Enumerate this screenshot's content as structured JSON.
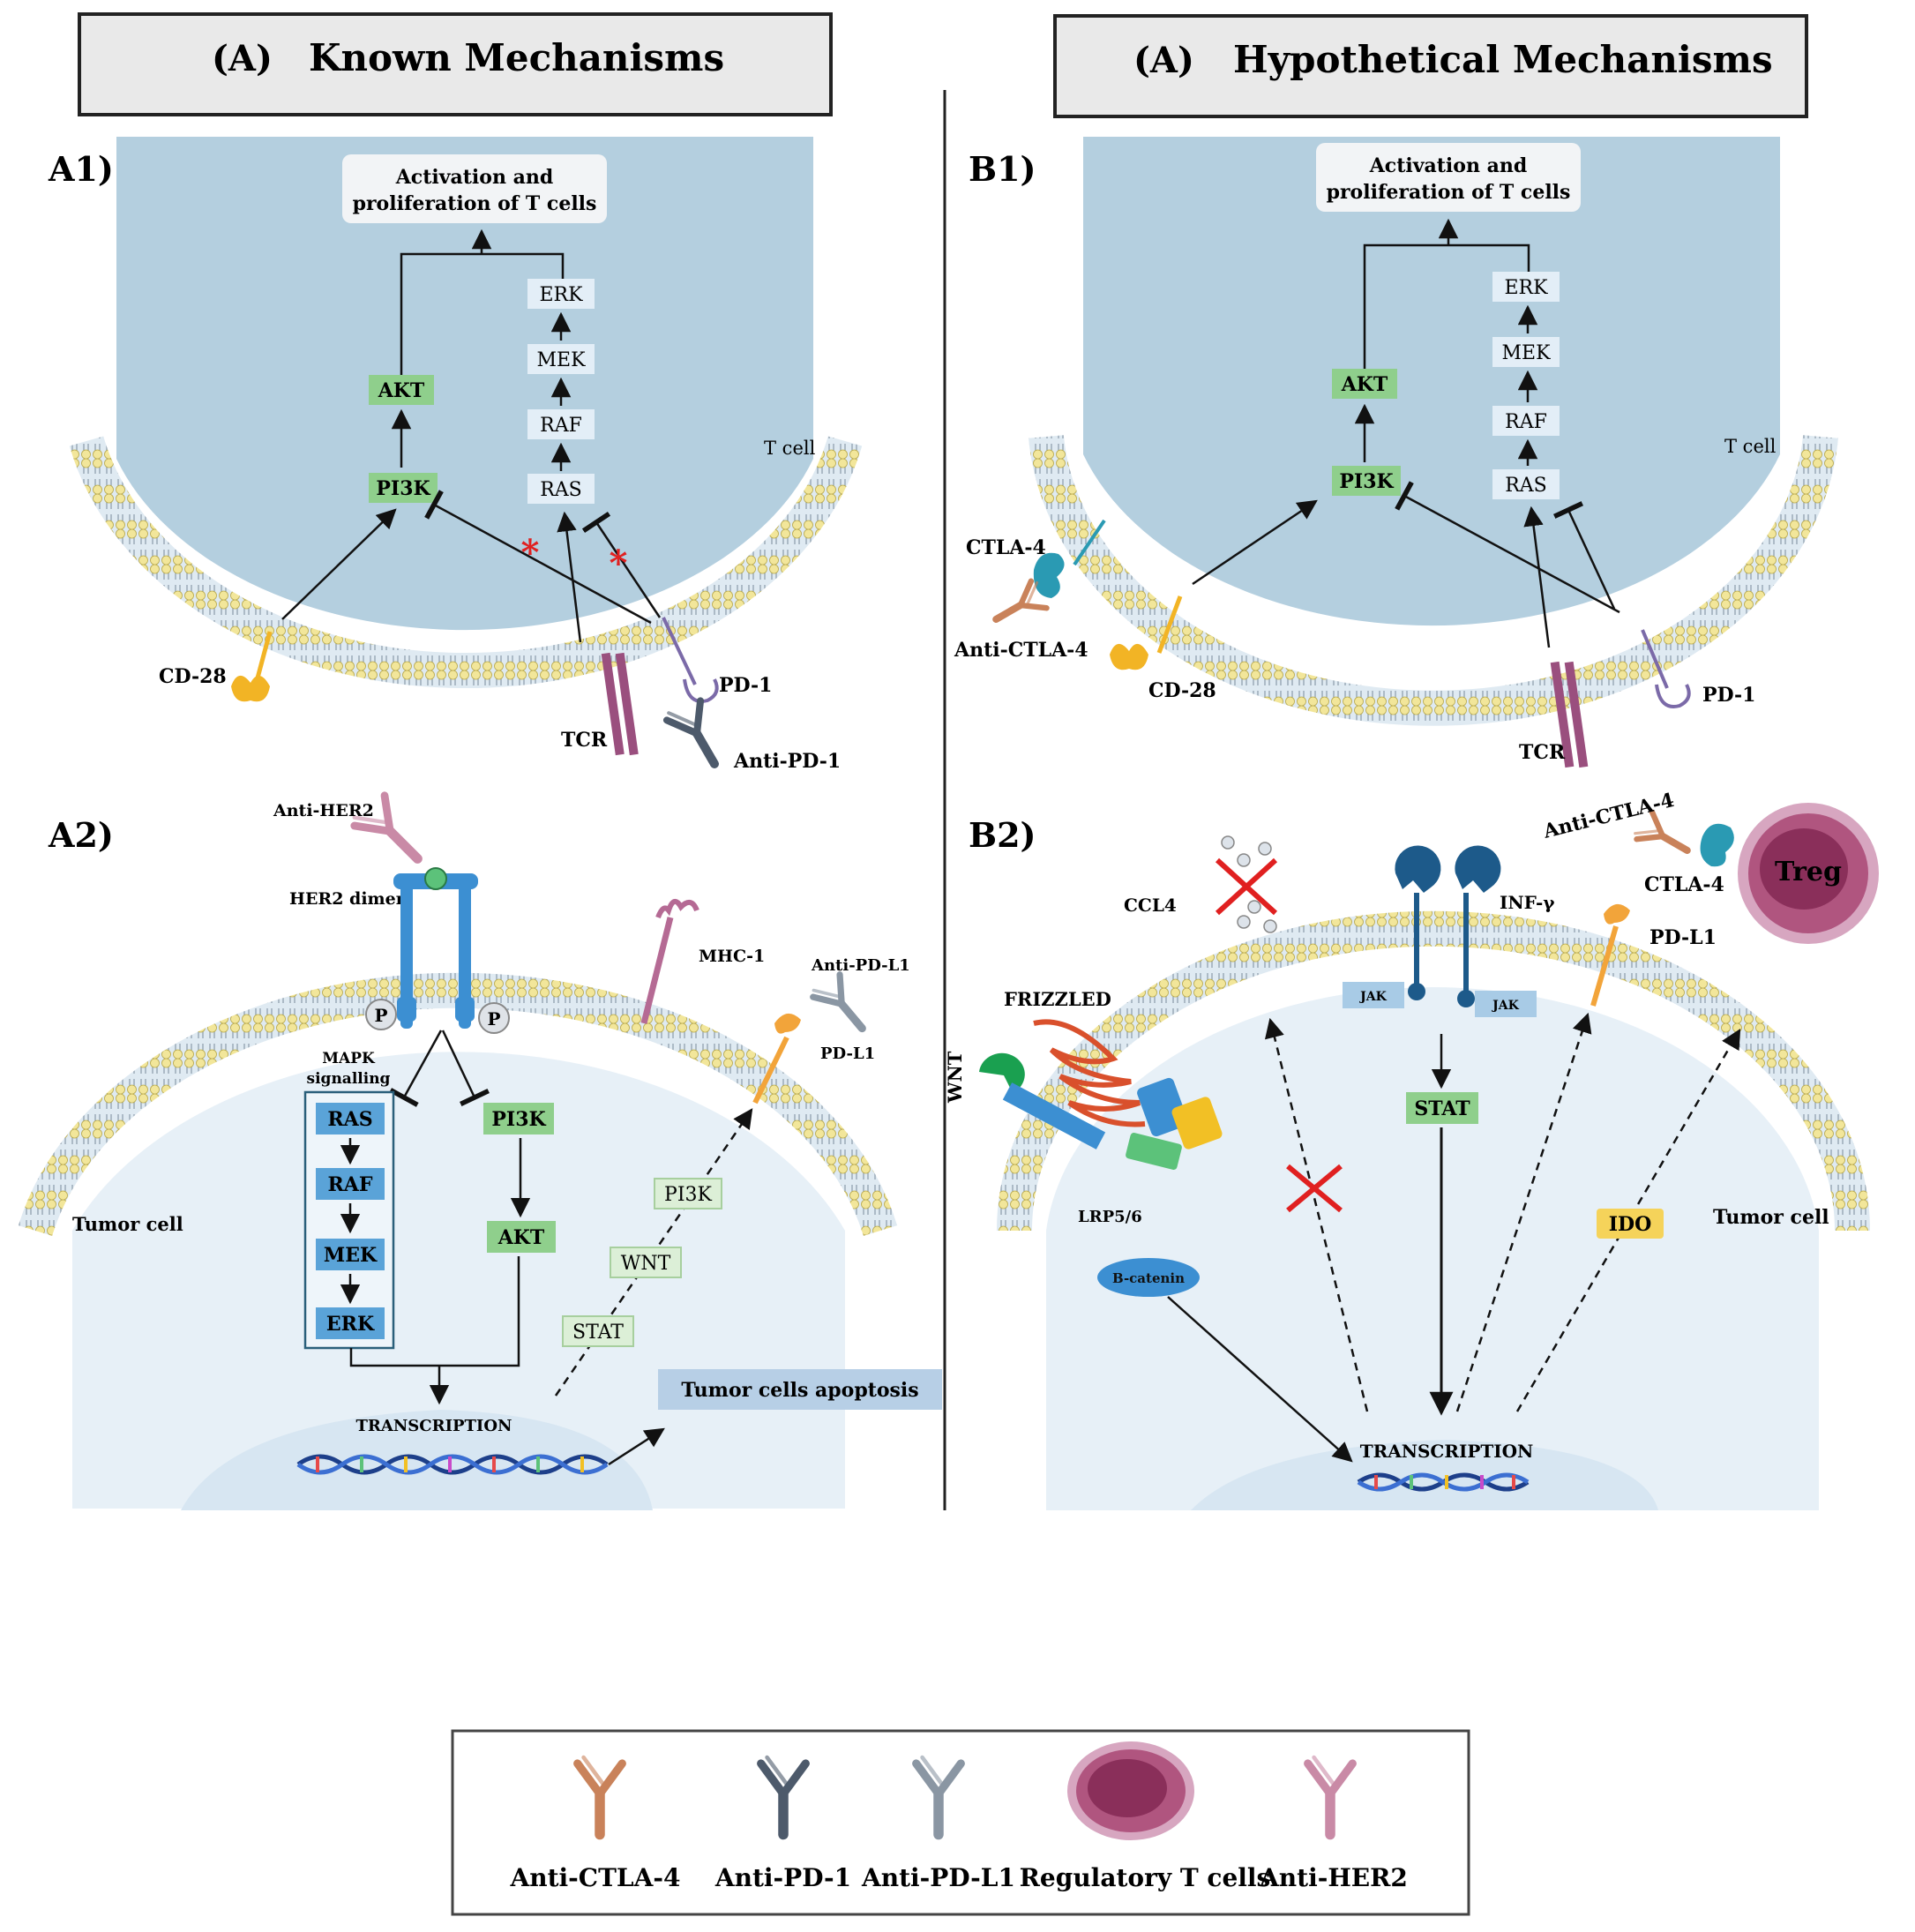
{
  "headers": {
    "left": {
      "prefix": "(A)",
      "title": "Known Mechanisms"
    },
    "right": {
      "prefix": "(A)",
      "title": "Hypothetical Mechanisms"
    }
  },
  "panel_a1": {
    "label": "A1)",
    "activation_line1": "Activation and",
    "activation_line2": "proliferation of T cells",
    "erk": "ERK",
    "mek": "MEK",
    "raf": "RAF",
    "ras": "RAS",
    "akt": "AKT",
    "pi3k": "PI3K",
    "t_cell": "T cell",
    "cd28": "CD-28",
    "tcr": "TCR",
    "pd1": "PD-1",
    "anti_pd1": "Anti-PD-1"
  },
  "panel_b1": {
    "label": "B1)",
    "activation_line1": "Activation and",
    "activation_line2": "proliferation of T cells",
    "erk": "ERK",
    "mek": "MEK",
    "raf": "RAF",
    "ras": "RAS",
    "akt": "AKT",
    "pi3k": "PI3K",
    "t_cell": "T cell",
    "ctla4": "CTLA-4",
    "anti_ctla4": "Anti-CTLA-4",
    "cd28": "CD-28",
    "tcr": "TCR",
    "pd1": "PD-1"
  },
  "panel_a2": {
    "label": "A2)",
    "anti_her2": "Anti-HER2",
    "her2_dimer": "HER2 dimer",
    "p": "P",
    "mhc1": "MHC-1",
    "anti_pdl1": "Anti-PD-L1",
    "pdl1": "PD-L1",
    "mapk_line1": "MAPK",
    "mapk_line2": "signalling",
    "ras": "RAS",
    "raf": "RAF",
    "mek": "MEK",
    "erk": "ERK",
    "pi3k": "PI3K",
    "akt": "AKT",
    "pi3k_dashed": "PI3K",
    "wnt": "WNT",
    "stat": "STAT",
    "tumor_cell": "Tumor cell",
    "transcription": "TRANSCRIPTION",
    "apoptosis": "Tumor cells apoptosis"
  },
  "panel_b2": {
    "label": "B2)",
    "ccl4": "CCL4",
    "inf_gamma": "INF-γ",
    "anti_ctla4": "Anti-CTLA-4",
    "ctla4": "CTLA-4",
    "treg": "Treg",
    "pdl1": "PD-L1",
    "jak": "JAK",
    "frizzled": "FRIZZLED",
    "wnt": "WNT",
    "lrp": "LRP5/6",
    "stat": "STAT",
    "ido": "IDO",
    "tumor_cell": "Tumor cell",
    "beta_catenin": "B-catenin",
    "transcription": "TRANSCRIPTION"
  },
  "legend": {
    "items": [
      "Anti-CTLA-4",
      "Anti-PD-1",
      "Anti-PD-L1",
      "Regulatory T cells",
      "Anti-HER2"
    ]
  },
  "colors": {
    "tcell_fill": "#b4cfdf",
    "tumor_fill": "#e7f0f7",
    "nucleus_fill": "#d7e6f2",
    "green_box": "#8fcf8c",
    "pale_green": "#dcefd7",
    "pale_blue_box": "#e3eef7",
    "blue_box": "#5aa3d8",
    "lipid_head": "#f2e69a",
    "anti_ctla4": "#c9825a",
    "anti_pd1": "#4d5a6b",
    "anti_pdl1": "#8a96a3",
    "anti_her2": "#c98aa6",
    "treg": "#b0557f",
    "red_cross": "#e02020"
  }
}
